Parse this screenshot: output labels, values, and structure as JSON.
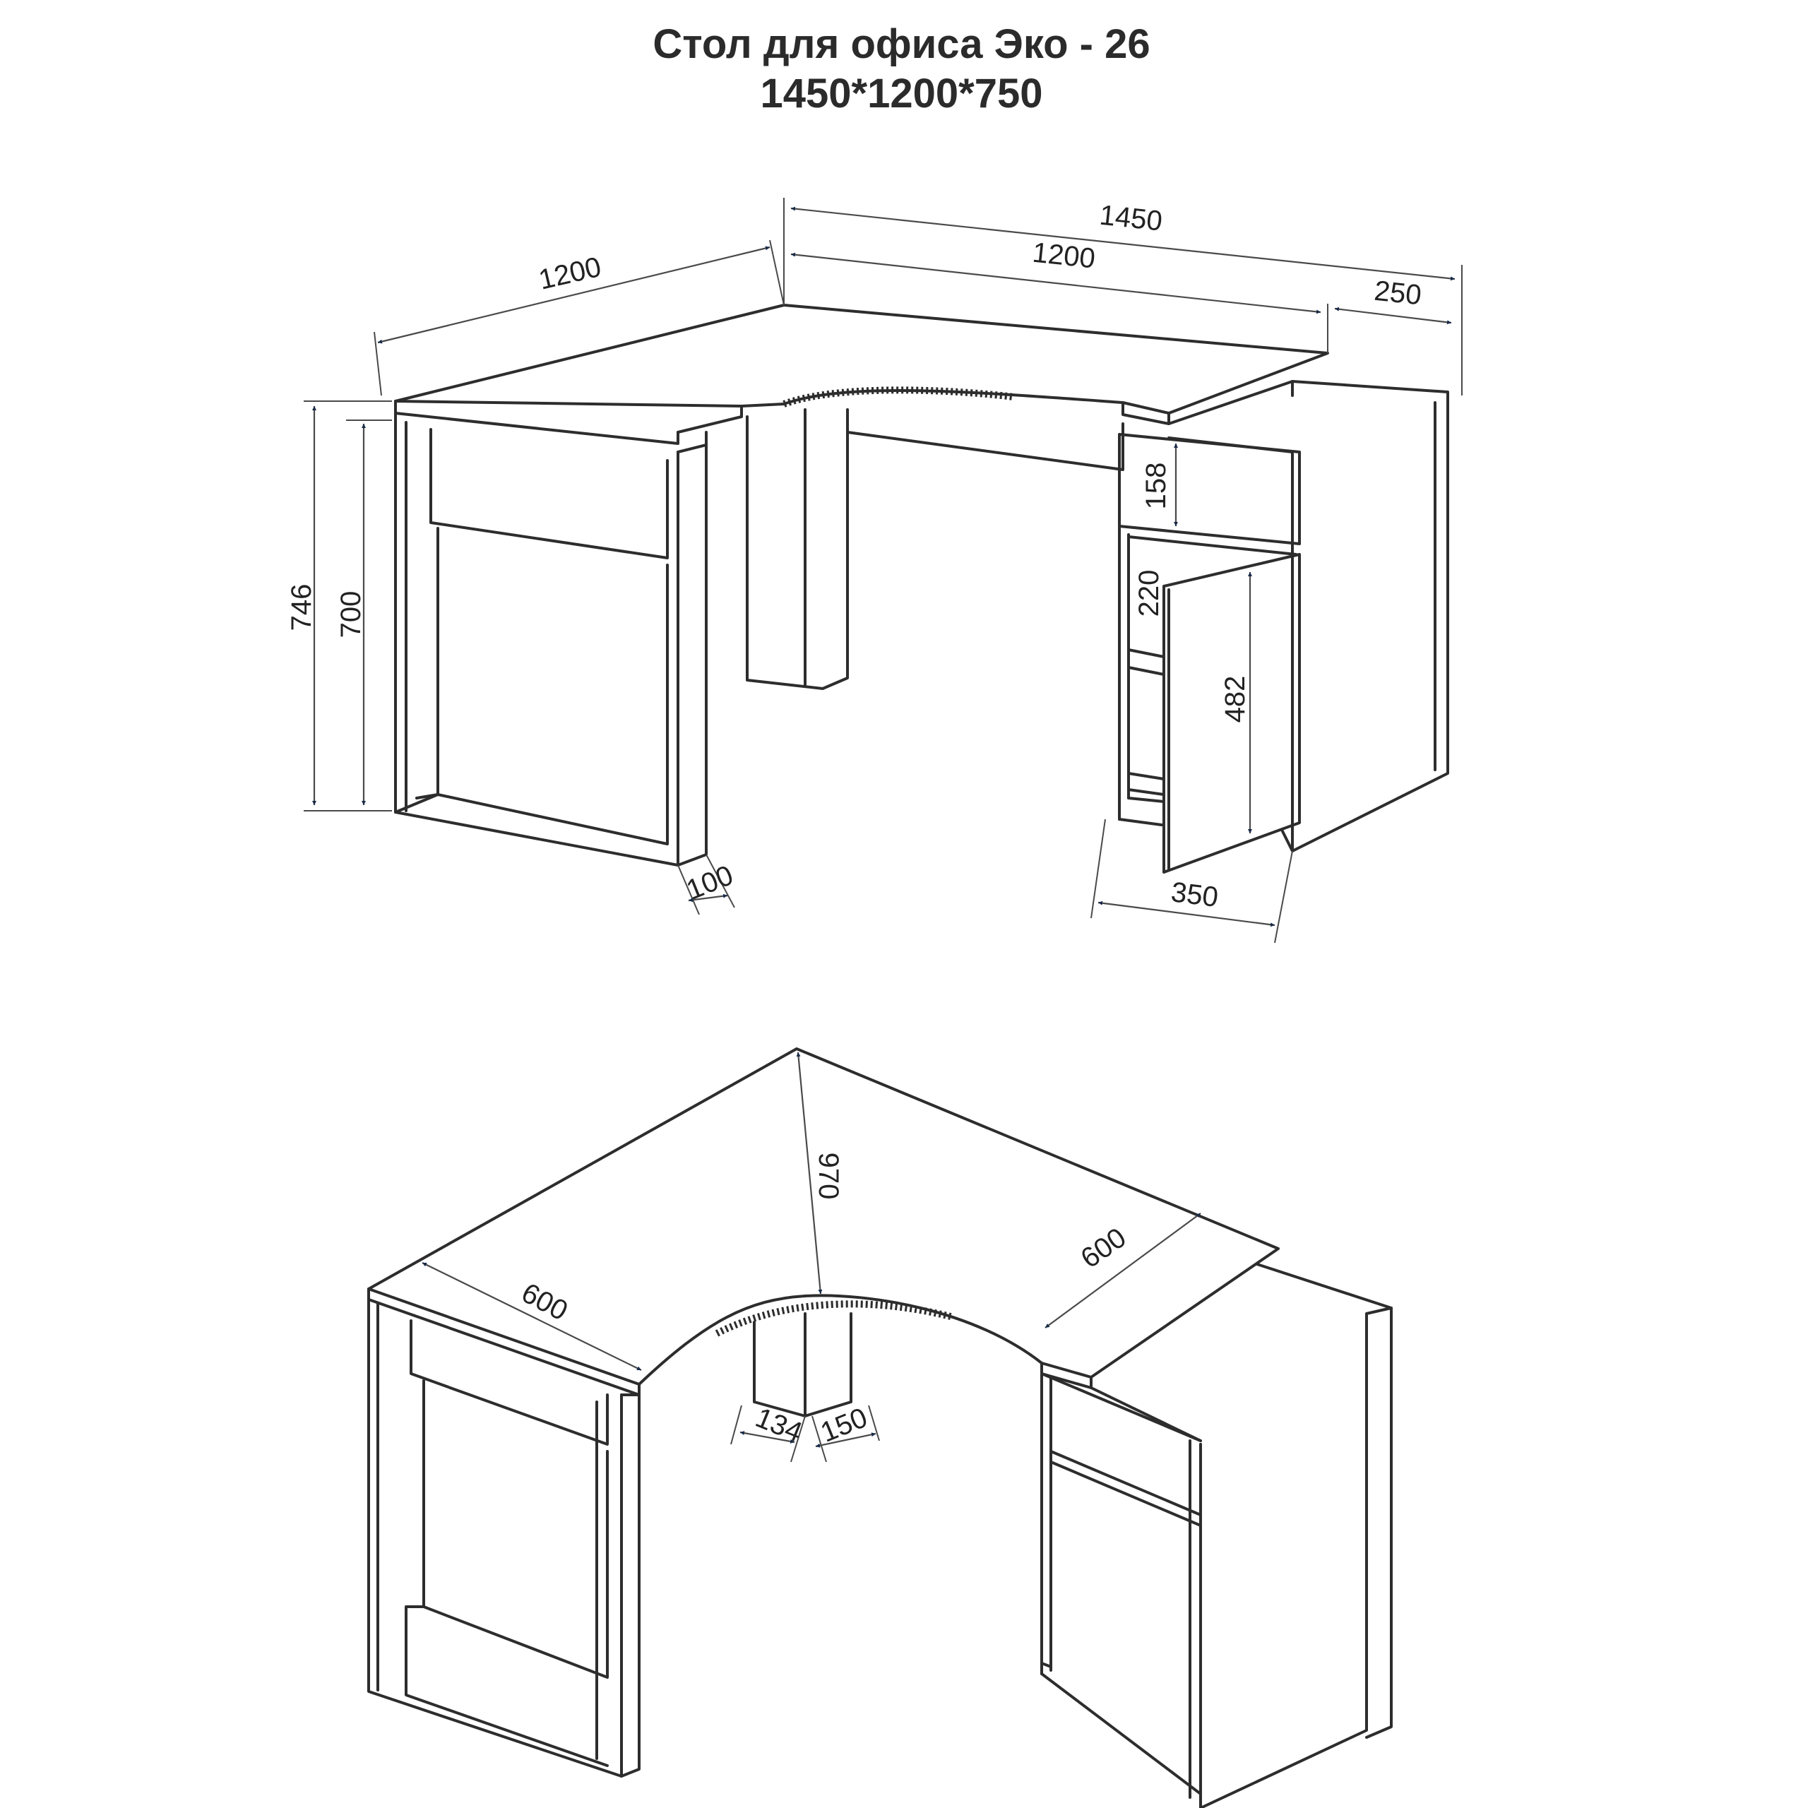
{
  "title": {
    "line1": "Стол для офиса Эко - 26",
    "line2": "1450*1200*750"
  },
  "top_view": {
    "dims": {
      "total_width": "1450",
      "width_left": "1200",
      "width_right": "1200",
      "extension": "250",
      "height_total": "746",
      "height_inner": "700",
      "drawer_height": "158",
      "shelf_gap": "220",
      "door_height": "482",
      "panel_depth": "100",
      "cabinet_depth": "350"
    }
  },
  "bottom_view": {
    "dims": {
      "left_depth": "600",
      "right_depth": "600",
      "diagonal_depth": "970",
      "leg_left": "134",
      "leg_right": "150"
    }
  }
}
